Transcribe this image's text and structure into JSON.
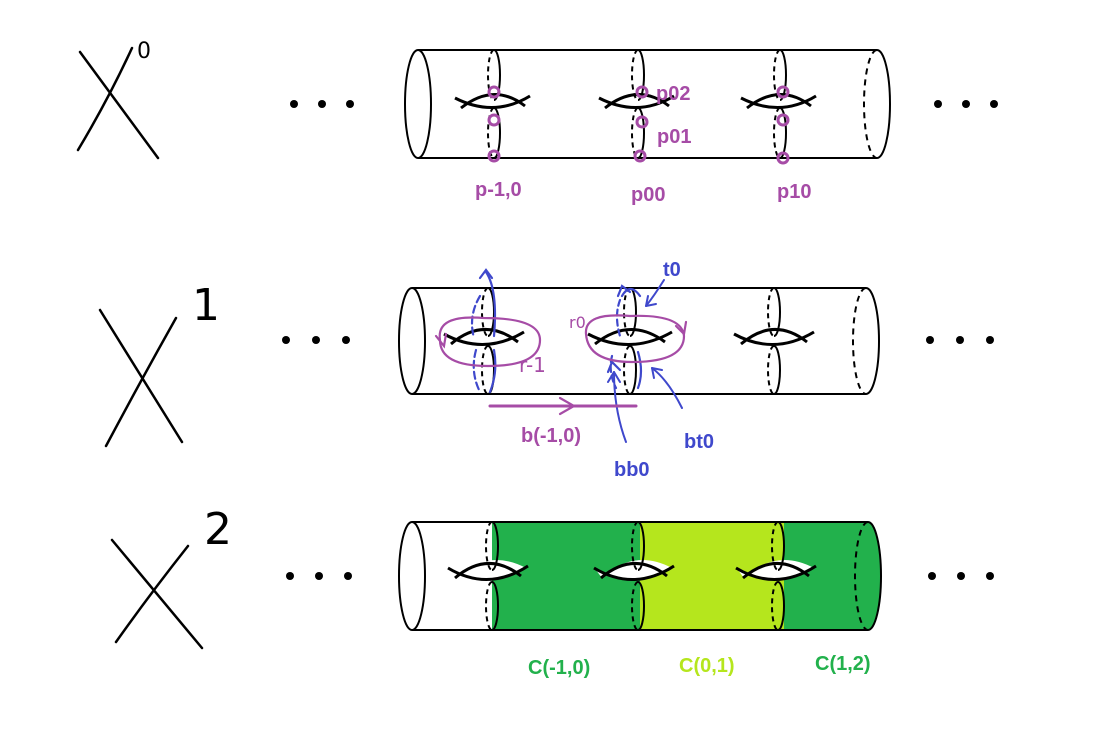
{
  "rows": [
    {
      "superscript": "0",
      "labels": [
        "p-1,0",
        "p00",
        "p10",
        "p02",
        "p01"
      ]
    },
    {
      "superscript": "1",
      "labels": [
        "t0",
        "r0",
        "r-1",
        "b(-1,0)",
        "bb0",
        "bt0"
      ]
    },
    {
      "superscript": "2",
      "labels": [
        "C(-1,0)",
        "C(0,1)",
        "C(1,2)"
      ]
    }
  ],
  "colors": {
    "ink": "#000000",
    "purple": "#a64ca6",
    "blue": "#3f48cc",
    "green": "#22b14c",
    "lime": "#b5e61d"
  }
}
